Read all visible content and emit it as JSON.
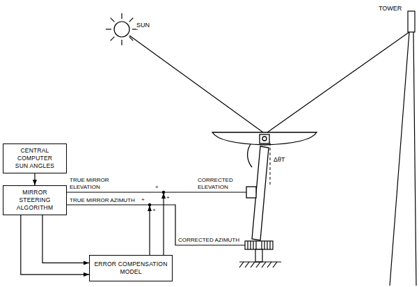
{
  "diagram": {
    "nodes": [
      {
        "text": [
          "CENTRAL COMPUTER SUN ANGLES"
        ]
      },
      {
        "text": [
          "MIRROR STEERING ALGORITHM"
        ]
      },
      {
        "text": [
          "ERROR COMPENSATION MODEL"
        ]
      }
    ],
    "edges": [
      {
        "from": 0,
        "to": 1,
        "arrow": "to"
      },
      {
        "from": 1,
        "to": 2,
        "arrow": "to"
      },
      {
        "from": 1,
        "to": 2,
        "arrow": "to"
      }
    ],
    "labels": [
      "SUN",
      "TOWER",
      "ΔθT",
      "TRUE MIRROR ELEVATION",
      "+",
      "TRUE MIRROR AZIMUTH",
      "+",
      "+",
      "+",
      "CORRECTED ELEVATION",
      "CORRECTED AZIMUTH"
    ]
  }
}
